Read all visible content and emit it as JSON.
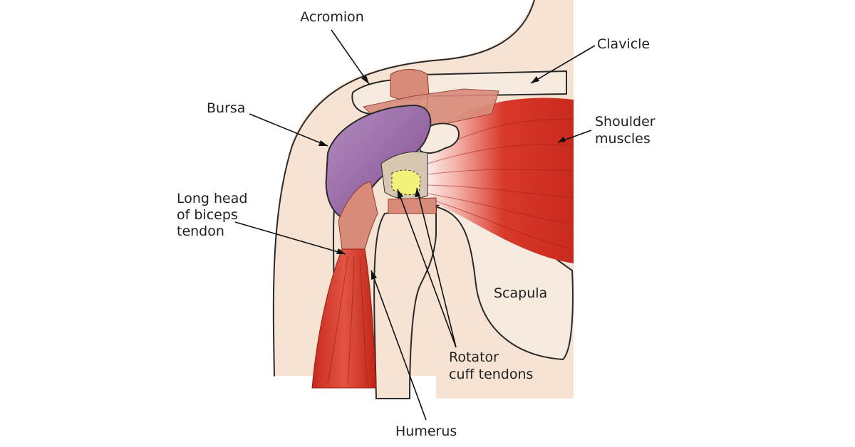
{
  "labels": {
    "acromion": "Acromion",
    "clavicle": "Clavicle",
    "bursa": "Bursa",
    "shoulder_muscles": [
      "Shoulder",
      "muscles"
    ],
    "long_head_biceps": [
      "Long head",
      "of biceps",
      "tendon"
    ],
    "scapula": "Scapula",
    "rotator_cuff": [
      "Rotator",
      "cuff tendons"
    ],
    "humerus": "Humerus"
  },
  "colors": {
    "background": "#ffffff",
    "skin": "#f6e3d3",
    "muscle": "#d8392b",
    "muscle_dark": "#b52318",
    "tendon": "#d98b7a",
    "bursa": "#9a6fa6",
    "bone": "#f7eadf",
    "inflamed": "#f2f27a",
    "line": "#111111"
  }
}
